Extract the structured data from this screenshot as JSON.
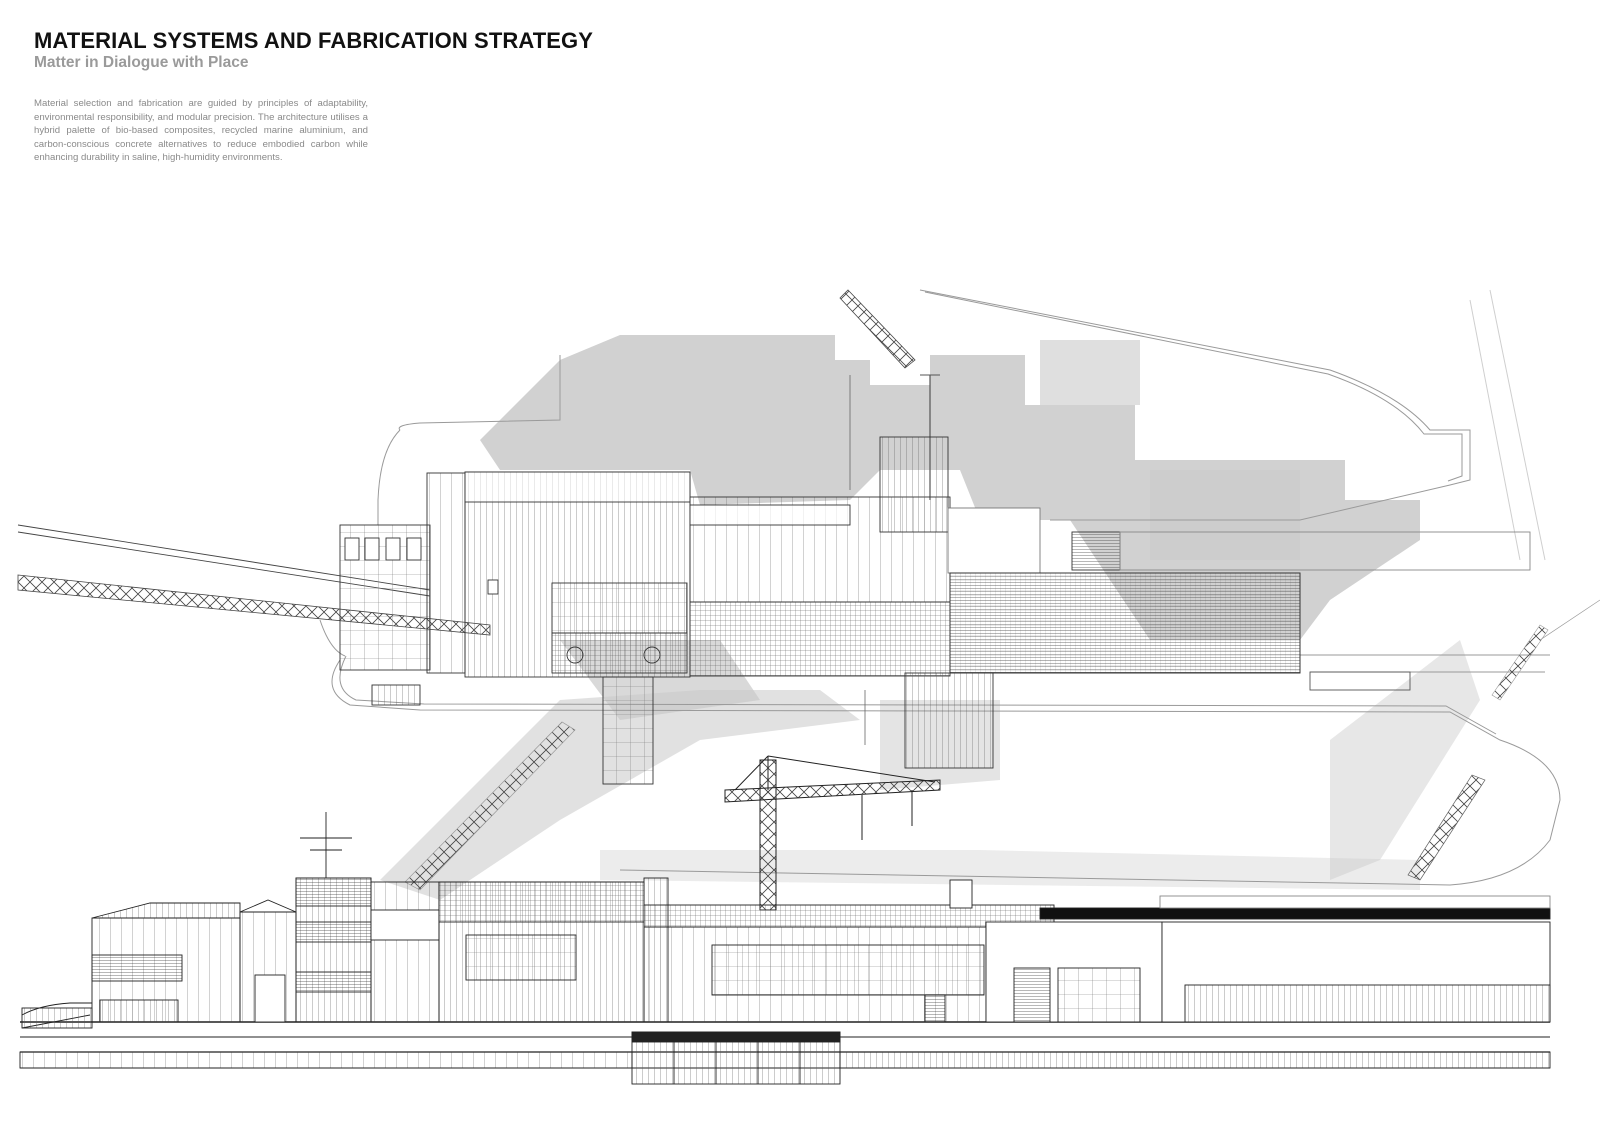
{
  "header": {
    "title": "MATERIAL SYSTEMS AND FABRICATION STRATEGY",
    "subtitle": "Matter in Dialogue with Place",
    "body": "Material selection and fabrication are guided by principles of adaptability, environmental responsibility, and modular precision. The architecture utilises a hybrid palette of bio-based composites, recycled marine aluminium, and carbon-conscious concrete alternatives to reduce embodied carbon while enhancing durability in saline, high-humidity environments."
  },
  "palette": {
    "ink": "#111111",
    "line": "#333333",
    "shadow": "#c8c8c8",
    "light_line": "#bdbdbd",
    "subtitle_grey": "#9a9a9a"
  }
}
